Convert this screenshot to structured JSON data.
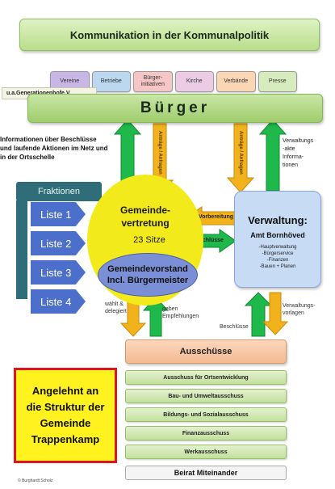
{
  "title": "Kommunikation in der Kommunalpolitik",
  "tabs": [
    {
      "label": "Vereine",
      "color": "#c8b6e6"
    },
    {
      "label": "Betriebe",
      "color": "#bcd8f1"
    },
    {
      "label": "Bürger-initiativen",
      "color": "#f6c6c6"
    },
    {
      "label": "Kirche",
      "color": "#eccbe5"
    },
    {
      "label": "Verbände",
      "color": "#fbd6b5"
    },
    {
      "label": "Presse",
      "color": "#d6ecbe"
    }
  ],
  "side_badge": "u.a.Generationenhofe.V.",
  "buerger": "Bürger",
  "info_lines": [
    "Informationen über Beschlüsse",
    "und laufende Aktionen im Netz und",
    "in der Ortsschelle"
  ],
  "verwaltungsakte_lines": [
    "Verwaltungs",
    "-akte",
    "Informa-",
    "tionen"
  ],
  "arrow_labels": {
    "antraege_left": "Anträge / Anfragen",
    "antraege_right": "Anträge / Anfragen",
    "vorbereitung": "Vorbereitung",
    "beschluesse_mid": "Beschlüsse",
    "beschluesse_bottom": "Beschlüsse"
  },
  "fraktionen": {
    "header": "Fraktionen",
    "listen": [
      "Liste 1",
      "Liste 2",
      "Liste 3",
      "Liste 4"
    ]
  },
  "gemeindevertretung": {
    "title_lines": [
      "Gemeinde-",
      "vertretung"
    ],
    "seats": "23 Sitze",
    "vorstand_lines": [
      "Gemeindevorstand",
      "Incl. Bürgermeister"
    ]
  },
  "verwaltung": {
    "title": "Verwaltung:",
    "subtitle": "Amt Bornhöved",
    "items": [
      "-Hauptverwaltung",
      "-Bürgerservice",
      "-Finanzen",
      "-Bauen + Planen"
    ]
  },
  "notes": {
    "waehlt_lines": [
      "wählt &",
      "delegiert"
    ],
    "empfehlungen_lines": [
      "geben",
      "Empfehlungen"
    ],
    "vorlagen_lines": [
      "Verwaltungs-",
      "vorlagen"
    ]
  },
  "ausschuesse": {
    "header": "Ausschüsse",
    "items": [
      "Ausschuss für Ortsentwicklung",
      "Bau- und Umweltausschuss",
      "Bildungs- und Sozialausschuss",
      "Finanzausschuss",
      "Werkausschuss"
    ],
    "beirat": "Beirat Miteinander"
  },
  "note_box_lines": [
    "Angelehnt an",
    "die Struktur der",
    "Gemeinde",
    "Trappenkamp"
  ],
  "copyright": "© Burghardt Scholz",
  "colors": {
    "green_arrow": "#1fb84a",
    "yellow_arrow": "#f2b21b",
    "fraktionen_dark": "#2f6e79",
    "liste_blue": "#4d6fcc",
    "gv_yellow": "#f2ea1a",
    "note_red": "#e0141c"
  }
}
